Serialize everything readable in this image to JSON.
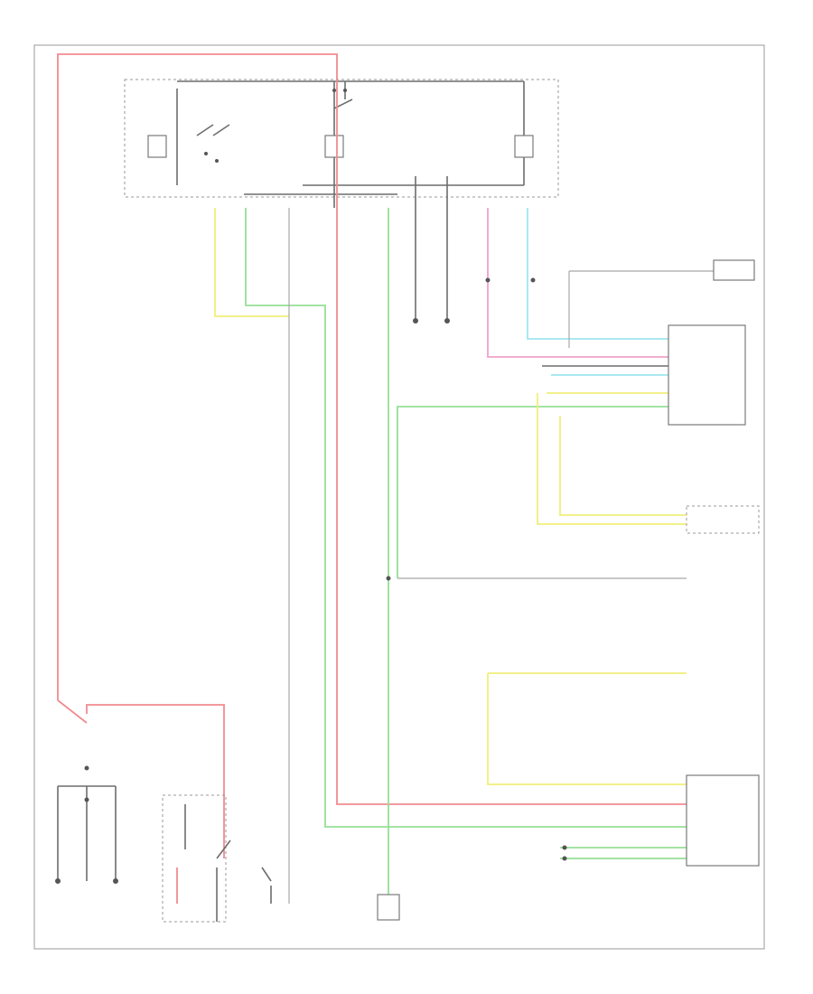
{
  "diagram": {
    "footer_code": "",
    "components": [
      {
        "key": "battery",
        "label": ""
      },
      {
        "key": "ignition_switch",
        "label": ""
      },
      {
        "key": "fuse_block",
        "label": ""
      },
      {
        "key": "wireless_ignition_node",
        "label": ""
      },
      {
        "key": "shifter_lever_assembly",
        "label": ""
      },
      {
        "key": "stop_lamp_switch",
        "label": ""
      },
      {
        "key": "transmission_range_sensor",
        "label": ""
      },
      {
        "key": "powertrain_control_module",
        "label": ""
      },
      {
        "key": "starter",
        "label": ""
      },
      {
        "key": "ground",
        "label": ""
      }
    ]
  }
}
